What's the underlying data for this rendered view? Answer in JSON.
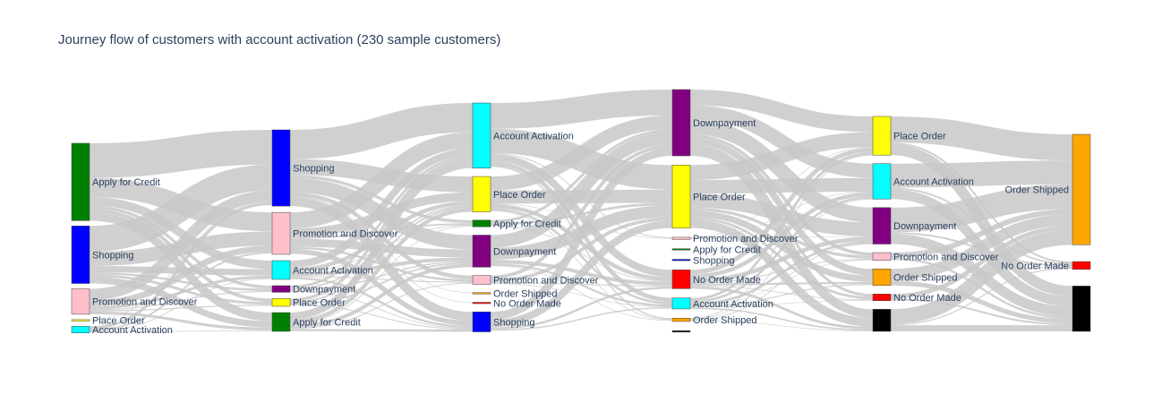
{
  "chart_data": {
    "type": "sankey",
    "title": "Journey flow of customers with account activation (230 sample customers)",
    "columns": [
      {
        "step": 1,
        "nodes": [
          {
            "label": "Apply for Credit",
            "value": 70,
            "color": "#008000"
          },
          {
            "label": "Shopping",
            "value": 52,
            "color": "#0000ff"
          },
          {
            "label": "Promotion and Discover",
            "value": 23,
            "color": "#ffc0cb"
          },
          {
            "label": "Place Order",
            "value": 1,
            "color": "#ffff00"
          },
          {
            "label": "Account Activation",
            "value": 6,
            "color": "#00ffff"
          }
        ]
      },
      {
        "step": 2,
        "nodes": [
          {
            "label": "Shopping",
            "value": 69,
            "color": "#0000ff"
          },
          {
            "label": "Promotion and Discover",
            "value": 38,
            "color": "#ffc0cb"
          },
          {
            "label": "Account Activation",
            "value": 17,
            "color": "#00ffff"
          },
          {
            "label": "Downpayment",
            "value": 6,
            "color": "#800080"
          },
          {
            "label": "Place Order",
            "value": 7,
            "color": "#ffff00"
          },
          {
            "label": "Apply for Credit",
            "value": 17,
            "color": "#008000"
          }
        ]
      },
      {
        "step": 3,
        "nodes": [
          {
            "label": "Account Activation",
            "value": 59,
            "color": "#00ffff"
          },
          {
            "label": "Place Order",
            "value": 32,
            "color": "#ffff00"
          },
          {
            "label": "Apply for Credit",
            "value": 6,
            "color": "#008000"
          },
          {
            "label": "Downpayment",
            "value": 29,
            "color": "#800080"
          },
          {
            "label": "Promotion and Discover",
            "value": 8,
            "color": "#ffc0cb"
          },
          {
            "label": "Order Shipped",
            "value": 1,
            "color": "#ffa500"
          },
          {
            "label": "No Order Made",
            "value": 1,
            "color": "#ff0000"
          },
          {
            "label": "Shopping",
            "value": 18,
            "color": "#0000ff"
          }
        ]
      },
      {
        "step": 4,
        "nodes": [
          {
            "label": "Downpayment",
            "value": 60,
            "color": "#800080"
          },
          {
            "label": "Place Order",
            "value": 57,
            "color": "#ffff00"
          },
          {
            "label": "Promotion and Discover",
            "value": 2,
            "color": "#ffc0cb"
          },
          {
            "label": "Apply for Credit",
            "value": 1,
            "color": "#008000"
          },
          {
            "label": "Shopping",
            "value": 1,
            "color": "#0000ff"
          },
          {
            "label": "No Order Made",
            "value": 17,
            "color": "#ff0000"
          },
          {
            "label": "Account Activation",
            "value": 10,
            "color": "#00ffff"
          },
          {
            "label": "Order Shipped",
            "value": 3,
            "color": "#ffa500"
          },
          {
            "label": "",
            "value": 1,
            "color": "#000000"
          }
        ]
      },
      {
        "step": 5,
        "nodes": [
          {
            "label": "Place Order",
            "value": 35,
            "color": "#ffff00"
          },
          {
            "label": "Account Activation",
            "value": 32,
            "color": "#00ffff"
          },
          {
            "label": "Downpayment",
            "value": 33,
            "color": "#800080"
          },
          {
            "label": "Promotion and Discover",
            "value": 7,
            "color": "#ffc0cb"
          },
          {
            "label": "Order Shipped",
            "value": 15,
            "color": "#ffa500"
          },
          {
            "label": "No Order Made",
            "value": 6,
            "color": "#ff0000"
          },
          {
            "label": "",
            "value": 20,
            "color": "#000000"
          }
        ]
      },
      {
        "step": 6,
        "nodes": [
          {
            "label": "Order Shipped",
            "value": 100,
            "color": "#ffa500"
          },
          {
            "label": "No Order Made",
            "value": 7,
            "color": "#ff0000"
          },
          {
            "label": "",
            "value": 41,
            "color": "#000000"
          }
        ]
      }
    ],
    "link_color": "#c8c8c8"
  }
}
